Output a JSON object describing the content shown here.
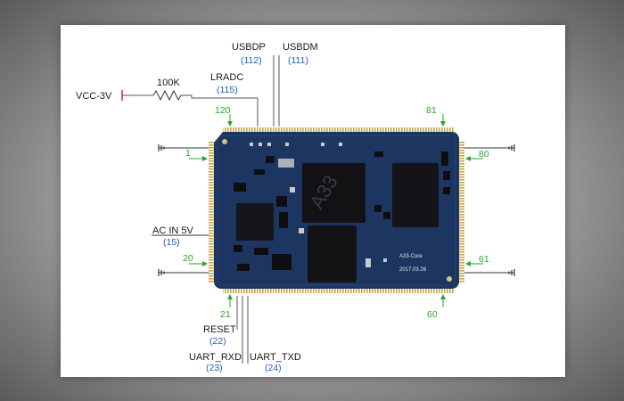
{
  "labels": {
    "usbdp": {
      "name": "USBDP",
      "pin": "(112)"
    },
    "usbdm": {
      "name": "USBDM",
      "pin": "(111)"
    },
    "lradc": {
      "name": "LRADC",
      "pin": "(115)"
    },
    "resistor": "100K",
    "vcc": "VCC-3V",
    "ac_in": {
      "name": "AC IN 5V",
      "pin": "(15)"
    },
    "reset": {
      "name": "RESET",
      "pin": "(22)"
    },
    "uart_rxd": {
      "name": "UART_RXD",
      "pin": "(23)"
    },
    "uart_txd": {
      "name": "UART_TXD",
      "pin": "(24)"
    }
  },
  "pin_numbers": {
    "p120": "120",
    "p81": "81",
    "p1": "1",
    "p80": "80",
    "p20": "20",
    "p61": "61",
    "p21": "21",
    "p60": "60"
  },
  "board_text": {
    "model": "A33-Core",
    "date": "2017.03.26"
  },
  "colors": {
    "board": "#1c3561",
    "pin_gold": "#c8a24a",
    "signal_green": "#2aa52a",
    "pin_blue": "#1f5fbf",
    "vcc_red": "#d42020"
  }
}
